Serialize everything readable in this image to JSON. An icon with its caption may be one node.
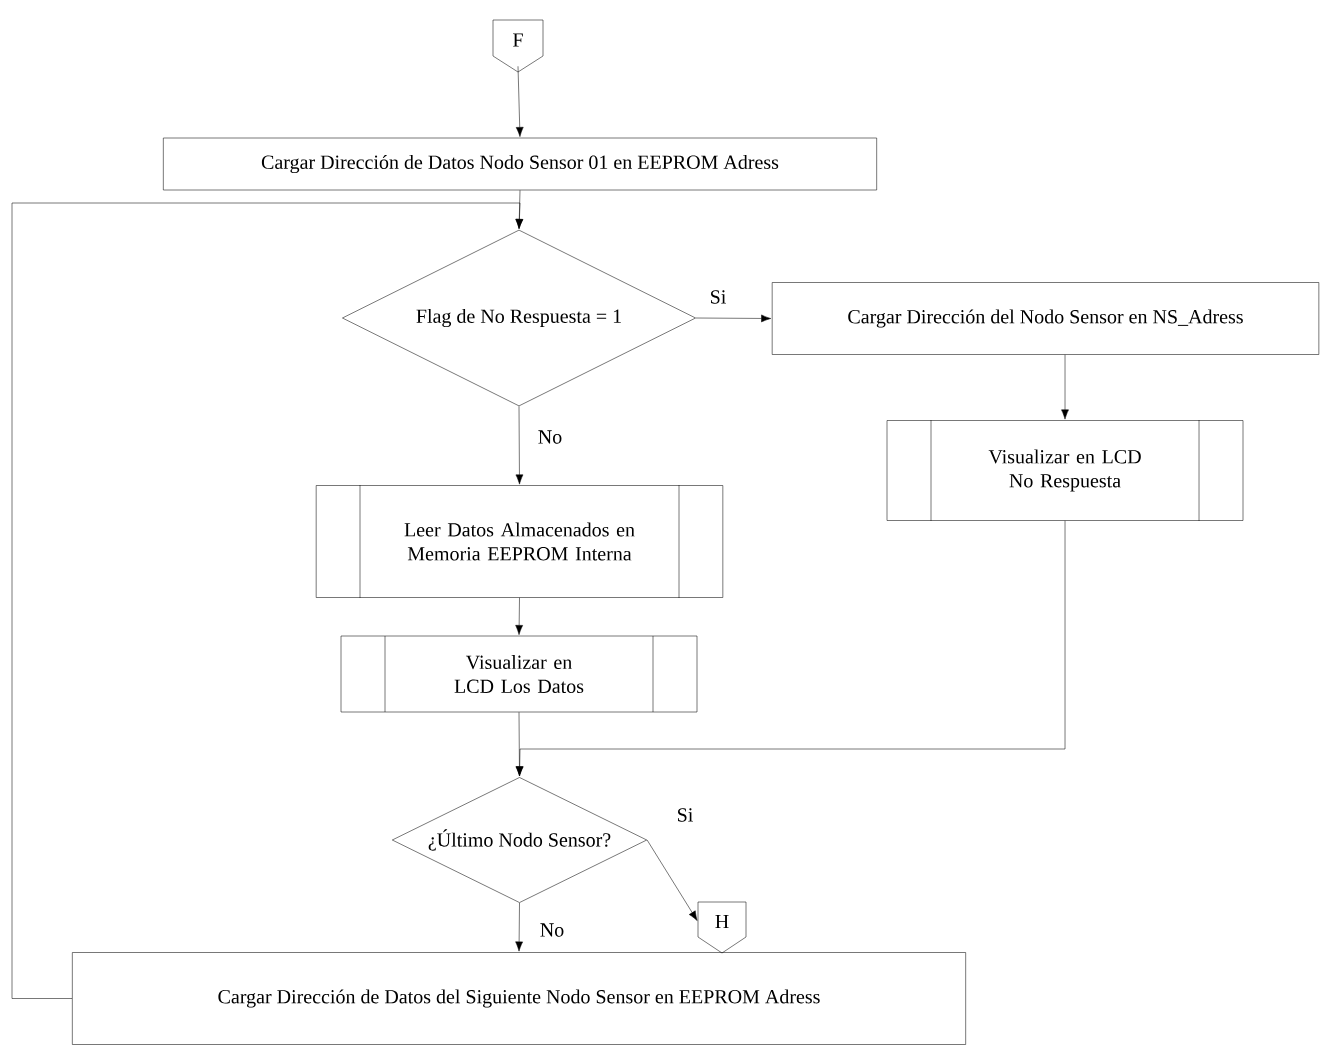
{
  "diagram": {
    "nodes": [
      {
        "text": [
          "F"
        ]
      },
      {
        "text": [
          "Cargar Dirección de Datos Nodo Sensor 01 en EEPROM Adress"
        ]
      },
      {
        "text": [
          "Flag de No Respuesta = 1"
        ]
      },
      {
        "text": [
          "Cargar Dirección del Nodo Sensor en NS_Adress"
        ]
      },
      {
        "text": [
          "Visualizar en LCD No Respuesta"
        ]
      },
      {
        "text": [
          "Leer Datos Almacenados en Memoria EEPROM Interna"
        ]
      },
      {
        "text": [
          "Visualizar en LCD Los Datos"
        ]
      },
      {
        "text": [
          "¿Último Nodo Sensor?"
        ]
      },
      {
        "text": [
          "H"
        ]
      },
      {
        "text": [
          "Cargar Dirección de Datos del Siguiente Nodo Sensor en EEPROM Adress"
        ]
      }
    ],
    "edges": [
      {
        "from": 0,
        "to": 1,
        "arrow": "to"
      },
      {
        "from": 1,
        "to": 2,
        "arrow": "to"
      },
      {
        "from": 2,
        "to": 3,
        "arrow": "to",
        "label": "Si"
      },
      {
        "from": 2,
        "to": 5,
        "arrow": "to",
        "label": "No"
      },
      {
        "from": 3,
        "to": 4,
        "arrow": "to"
      },
      {
        "from": 5,
        "to": 6,
        "arrow": "to"
      },
      {
        "from": 6,
        "to": 7,
        "arrow": "to"
      },
      {
        "from": 4,
        "to": 7,
        "arrow": "to"
      },
      {
        "from": 7,
        "to": 8,
        "arrow": "to",
        "label": "Si"
      },
      {
        "from": 7,
        "to": 9,
        "arrow": "to",
        "label": "No"
      },
      {
        "from": 9,
        "to": 2,
        "arrow": "to"
      }
    ]
  }
}
